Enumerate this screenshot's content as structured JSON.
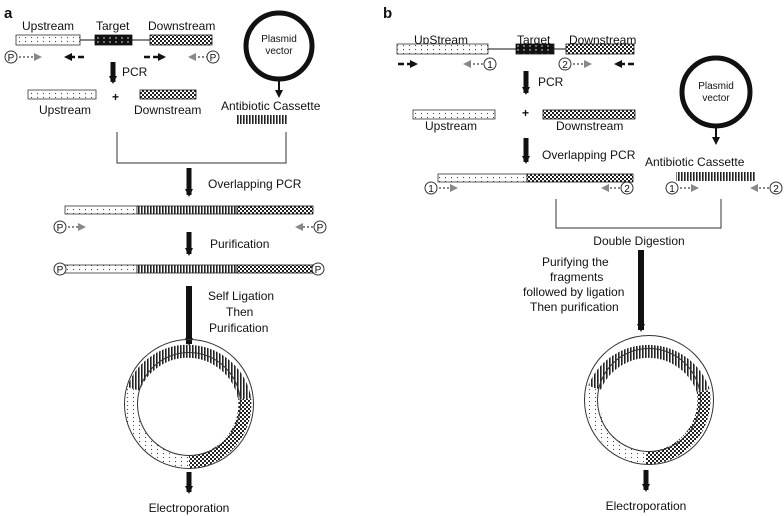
{
  "panel_a": {
    "panel_label": "a",
    "upstream_label": "Upstream",
    "target_label": "Target",
    "downstream_label": "Downstream",
    "plasmid_line1": "Plasmid",
    "plasmid_line2": "vector",
    "pcr_label": "PCR",
    "plus_sign": "+",
    "upstream_fragment_label": "Upstream",
    "downstream_fragment_label": "Downstream",
    "antibiotic_label": "Antibiotic Cassette",
    "overlap_pcr_label": "Overlapping PCR",
    "purification_label": "Purification",
    "self_ligation_line1": "Self Ligation",
    "self_ligation_line2": "Then",
    "self_ligation_line3": "Purification",
    "primer_marker": "P",
    "electroporation_label": "Electroporation"
  },
  "panel_b": {
    "panel_label": "b",
    "upstream_label": "UpStream",
    "target_label": "Target",
    "downstream_label": "Downstream",
    "primer_1": "1",
    "primer_2": "2",
    "pcr_label": "PCR",
    "plus_sign": "+",
    "upstream_fragment_label": "Upstream",
    "downstream_fragment_label": "Downstream",
    "overlap_pcr_label": "Overlapping PCR",
    "plasmid_line1": "Plasmid",
    "plasmid_line2": "vector",
    "antibiotic_label": "Antibiotic Cassette",
    "double_digestion_label": "Double Digestion",
    "purify_line1": "Purifying the",
    "purify_line2": "fragments",
    "purify_line3": "followed by ligation",
    "purify_line4": "Then purification",
    "electroporation_label": "Electroporation"
  }
}
